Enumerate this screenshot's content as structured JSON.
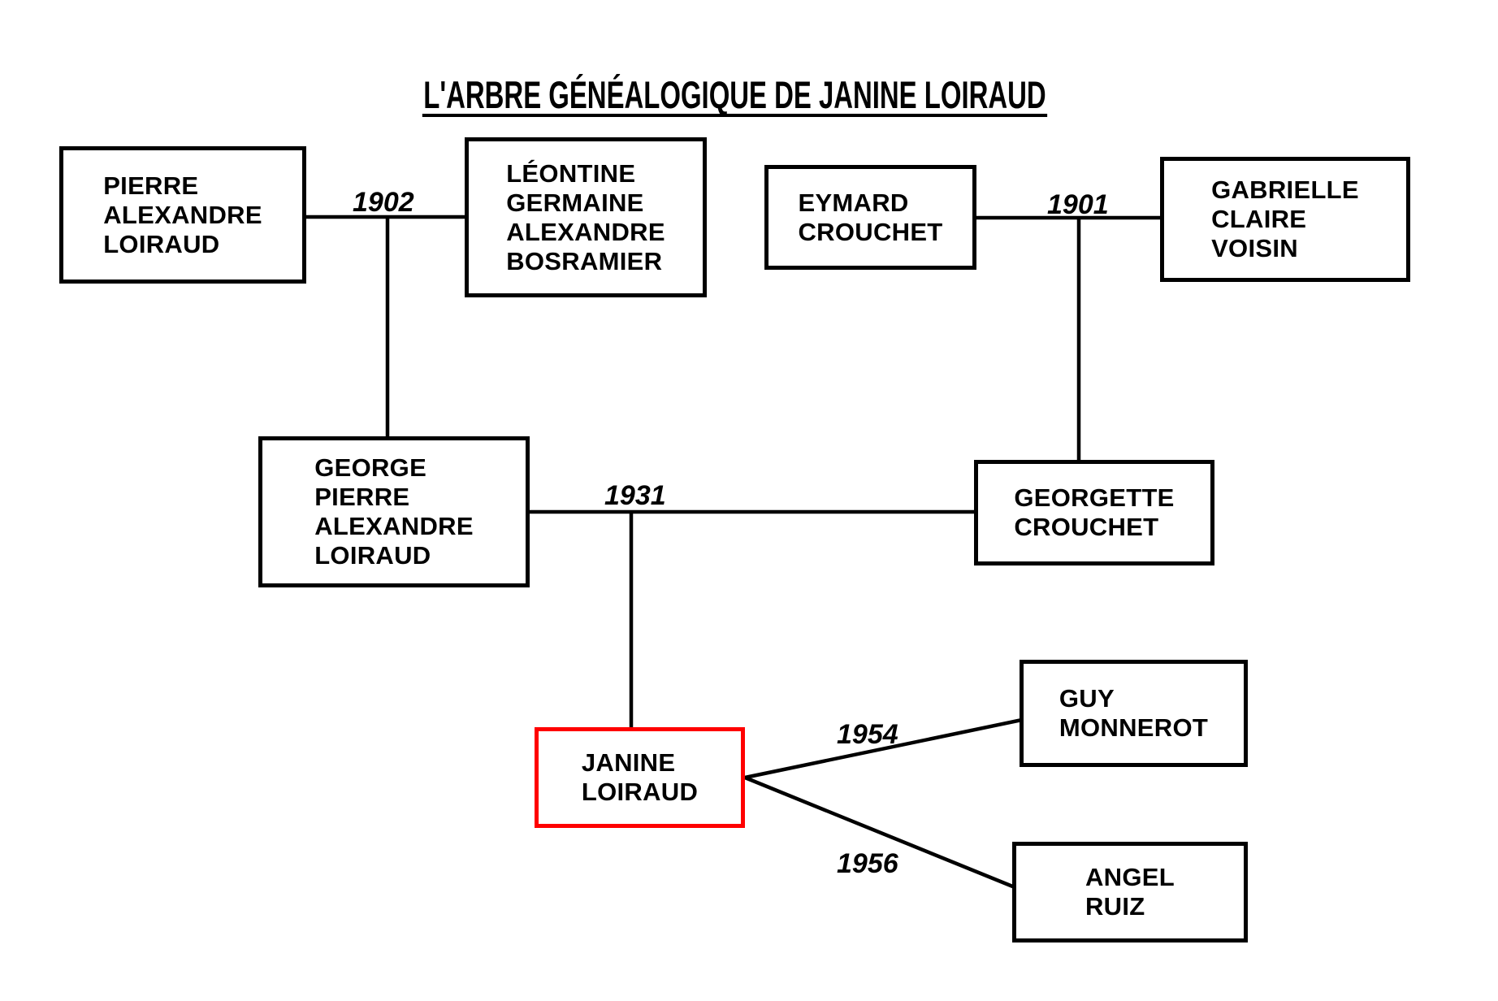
{
  "title": "L'ARBRE GÉNÉALOGIQUE DE JANINE LOIRAUD",
  "colors": {
    "ink": "#000000",
    "highlight_border": "#FF0000",
    "background": "#FFFFFF"
  },
  "people": [
    {
      "id": "pierre-alexandre-loiraud",
      "highlighted": false,
      "lines": [
        "PIERRE",
        "ALEXANDRE",
        "LOIRAUD"
      ]
    },
    {
      "id": "leontine-germaine-alexandre-bosramier",
      "highlighted": false,
      "lines": [
        "LÉONTINE",
        "GERMAINE",
        "ALEXANDRE",
        "BOSRAMIER"
      ]
    },
    {
      "id": "eymard-crouchet",
      "highlighted": false,
      "lines": [
        "EYMARD",
        "CROUCHET"
      ]
    },
    {
      "id": "gabrielle-claire-voisin",
      "highlighted": false,
      "lines": [
        "GABRIELLE",
        "CLAIRE",
        "VOISIN"
      ]
    },
    {
      "id": "george-pierre-alexandre-loiraud",
      "highlighted": false,
      "lines": [
        "GEORGE",
        "PIERRE",
        "ALEXANDRE",
        "LOIRAUD"
      ]
    },
    {
      "id": "georgette-crouchet",
      "highlighted": false,
      "lines": [
        "GEORGETTE",
        "CROUCHET"
      ]
    },
    {
      "id": "janine-loiraud",
      "highlighted": true,
      "lines": [
        "JANINE",
        "LOIRAUD"
      ]
    },
    {
      "id": "guy-monnerot",
      "highlighted": false,
      "lines": [
        "GUY",
        "MONNEROT"
      ]
    },
    {
      "id": "angel-ruiz",
      "highlighted": false,
      "lines": [
        "ANGEL",
        "RUIZ"
      ]
    }
  ],
  "marriage_years": {
    "pierre_leontine": "1902",
    "eymard_gabrielle": "1901",
    "george_georgette": "1931",
    "janine_guy": "1954",
    "janine_angel": "1956"
  }
}
